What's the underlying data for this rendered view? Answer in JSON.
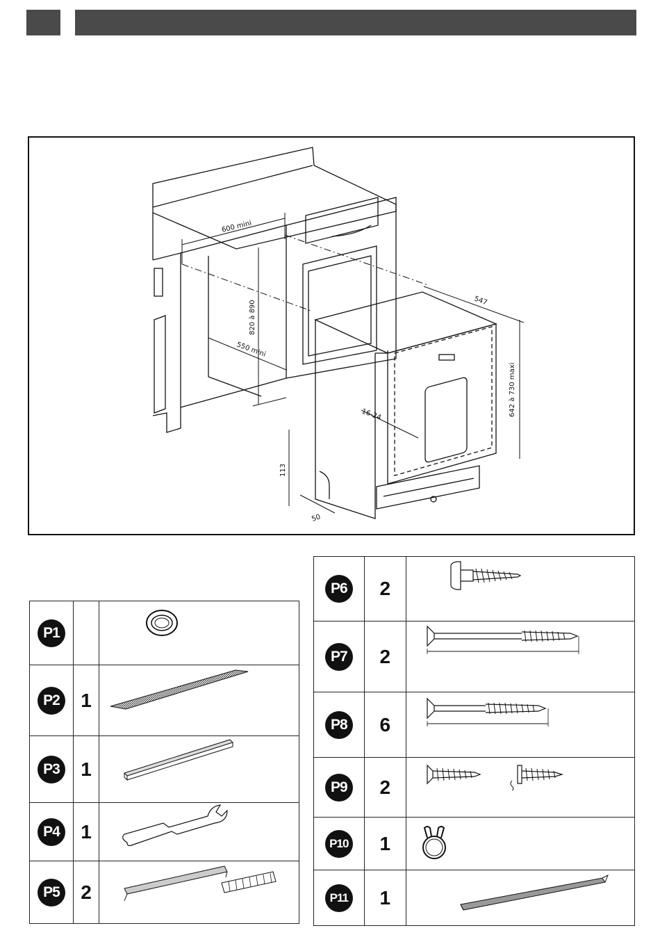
{
  "header": {
    "section_number": "",
    "section_title": ""
  },
  "diagram": {
    "dimensions": {
      "width_min": "600 mini",
      "depth_min": "550 mini",
      "height_range": "820 à 890",
      "appliance_depth": "547",
      "appliance_height": "642 à 730 maxi",
      "panel_thickness": "16-24",
      "plinth_height": "113",
      "plinth_offset": "50"
    }
  },
  "parts_left": [
    {
      "code": "P1",
      "qty": "",
      "item": "grommet"
    },
    {
      "code": "P2",
      "qty": "1",
      "item": "mesh-strip"
    },
    {
      "code": "P3",
      "qty": "1",
      "item": "bar"
    },
    {
      "code": "P4",
      "qty": "1",
      "item": "spanner"
    },
    {
      "code": "P5",
      "qty": "2",
      "item": "seal-strip"
    }
  ],
  "parts_right": [
    {
      "code": "P6",
      "qty": "2",
      "item": "round-head-screw"
    },
    {
      "code": "P7",
      "qty": "2",
      "item": "long-screw"
    },
    {
      "code": "P8",
      "qty": "6",
      "item": "medium-screw"
    },
    {
      "code": "P9",
      "qty": "2",
      "item": "short-screws"
    },
    {
      "code": "P10",
      "qty": "1",
      "item": "hose-clip"
    },
    {
      "code": "P11",
      "qty": "1",
      "item": "trim-strip"
    }
  ]
}
